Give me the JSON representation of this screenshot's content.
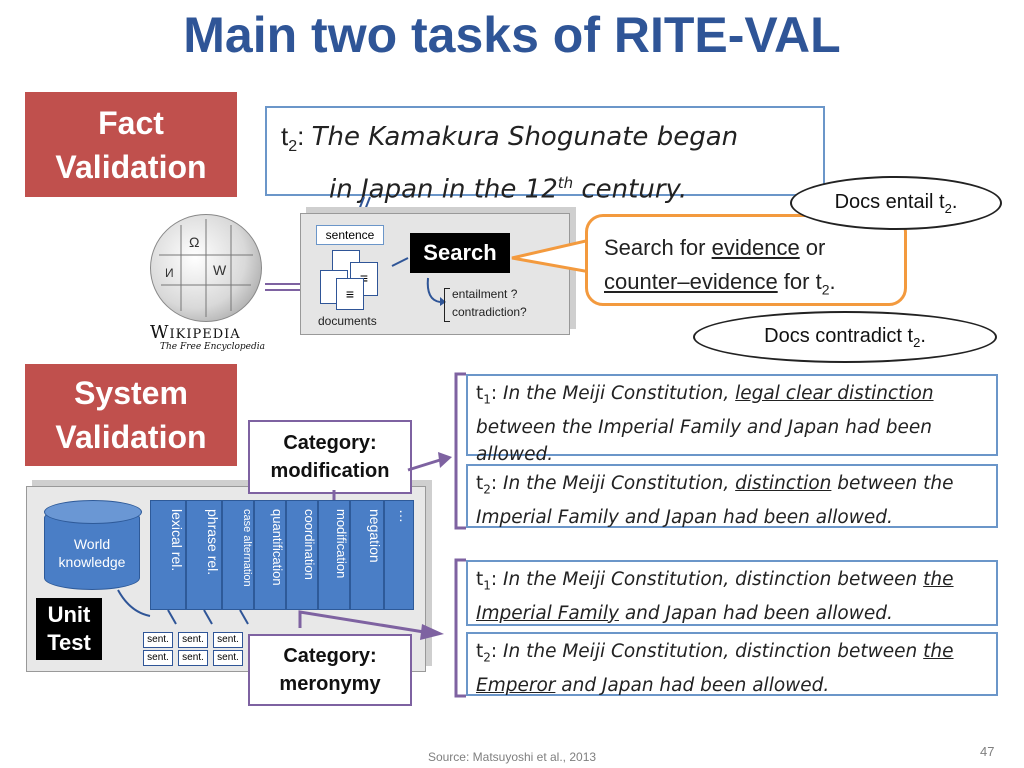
{
  "title": "Main two tasks of RITE-VAL",
  "fact": {
    "label_line1": "Fact",
    "label_line2": "Validation",
    "t2_label": "t",
    "t2_sub": "2",
    "t2_line1": "The Kamakura Shogunate began",
    "t2_line2a": "in Japan in the 12",
    "t2_sup": "th",
    "t2_line2b": " century.",
    "sentence_tag": "sentence",
    "search_button": "Search",
    "documents": "documents",
    "entailment": "entailment ?",
    "contradiction": "contradiction?",
    "search_text_a": "Search for ",
    "evidence": "evidence",
    "search_text_b": " or",
    "counter_evidence": "counter–evidence",
    "search_text_c": " for t",
    "search_sub": "2",
    "period": ".",
    "entail_bubble": "Docs entail t",
    "contradict_bubble": "Docs contradict t",
    "bubble_sub": "2",
    "wiki_name": "Wikipedia",
    "wiki_tagline": "The Free Encyclopedia"
  },
  "system": {
    "label_line1": "System",
    "label_line2": "Validation",
    "world_knowledge_1": "World",
    "world_knowledge_2": "knowledge",
    "unit_test_1": "Unit",
    "unit_test_2": "Test",
    "columns": [
      "lexical rel.",
      "phrase rel.",
      "case alternation",
      "quantification",
      "coordination",
      "modification",
      "negation",
      "…"
    ],
    "sent_label": "sent.",
    "category_mod_1": "Category:",
    "category_mod_2": "modification",
    "category_mer_1": "Category:",
    "category_mer_2": "meronymy"
  },
  "pairs": {
    "mod_t1_pre": "In the Meiji Constitution, ",
    "mod_t1_u": "legal clear distinction",
    "mod_t1_post": " between the Imperial Family and Japan had been allowed.",
    "mod_t2_pre": "In the Meiji Constitution, ",
    "mod_t2_u": "distinction",
    "mod_t2_post": " between the Imperial Family and Japan had been allowed.",
    "mer_t1_pre": "In the Meiji Constitution, distinction between ",
    "mer_t1_u": "the Imperial Family",
    "mer_t1_post": " and Japan had been allowed.",
    "mer_t2_pre": "In the Meiji Constitution, distinction between ",
    "mer_t2_u": "the Emperor",
    "mer_t2_post": " and Japan had been allowed.",
    "t": "t",
    "sub1": "1",
    "sub2": "2",
    "colon": ": "
  },
  "footer": {
    "source": "Source: Matsuyoshi et al., 2013",
    "page_number": "47"
  },
  "colors": {
    "title": "#2f5597",
    "red_label": "#c0504d",
    "blue_border": "#6b96c9",
    "purple": "#7e62a1",
    "orange": "#f39a3e",
    "column_blue": "#4a7ec6"
  }
}
